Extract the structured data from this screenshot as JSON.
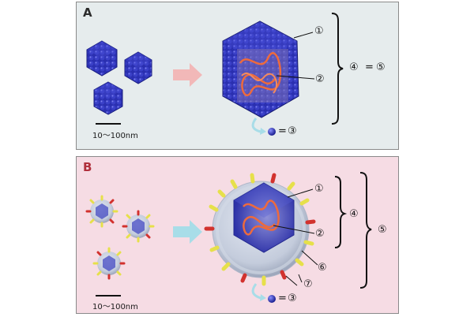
{
  "panel_a": {
    "letter": "A",
    "scale_bar_label": "10～100nm",
    "markers": {
      "m1": "①",
      "m2": "②",
      "m3": "③",
      "m4": "④",
      "m5": "⑤"
    },
    "equation_eq": "=",
    "legend_eq": "="
  },
  "panel_b": {
    "letter": "B",
    "scale_bar_label": "10～100nm",
    "markers": {
      "m1": "①",
      "m2": "②",
      "m3": "③",
      "m4": "④",
      "m5": "⑤",
      "m6": "⑥",
      "m7": "⑦"
    },
    "legend_eq": "="
  },
  "colors": {
    "capsid_blue": "#2a2fb0",
    "genome_orange": "#ee6a3c",
    "arrow_pink": "#f2b8b8",
    "arrow_cyan": "#a8dde8",
    "spike_yellow": "#e6e04a",
    "spike_red": "#d2322e",
    "envelope_gray": "#bfc7d6"
  }
}
